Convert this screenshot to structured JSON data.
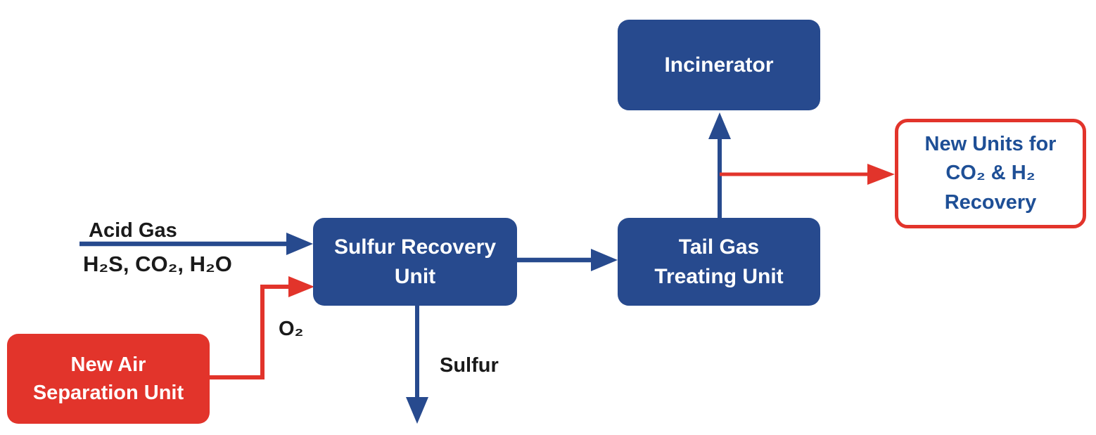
{
  "colors": {
    "navy": "#274a8e",
    "red": "#e2342b",
    "label_black": "#1a1a1a",
    "box_text_white": "#ffffff",
    "new_units_text": "#1e4f96",
    "background": "#ffffff"
  },
  "diagram": {
    "nodes": {
      "incinerator": {
        "label": "Incinerator"
      },
      "new_units": {
        "label": "New Units for\nCO₂ & H₂\nRecovery"
      },
      "sulfur_recovery_unit": {
        "label": "Sulfur Recovery\nUnit"
      },
      "tail_gas_treating_unit": {
        "label": "Tail Gas\nTreating Unit"
      },
      "new_air_separation_unit": {
        "label": "New Air\nSeparation Unit"
      }
    },
    "stream_labels": {
      "acid_gas_title": "Acid Gas",
      "acid_gas_components": "H₂S, CO₂, H₂O",
      "oxygen": "O₂",
      "sulfur": "Sulfur"
    }
  }
}
